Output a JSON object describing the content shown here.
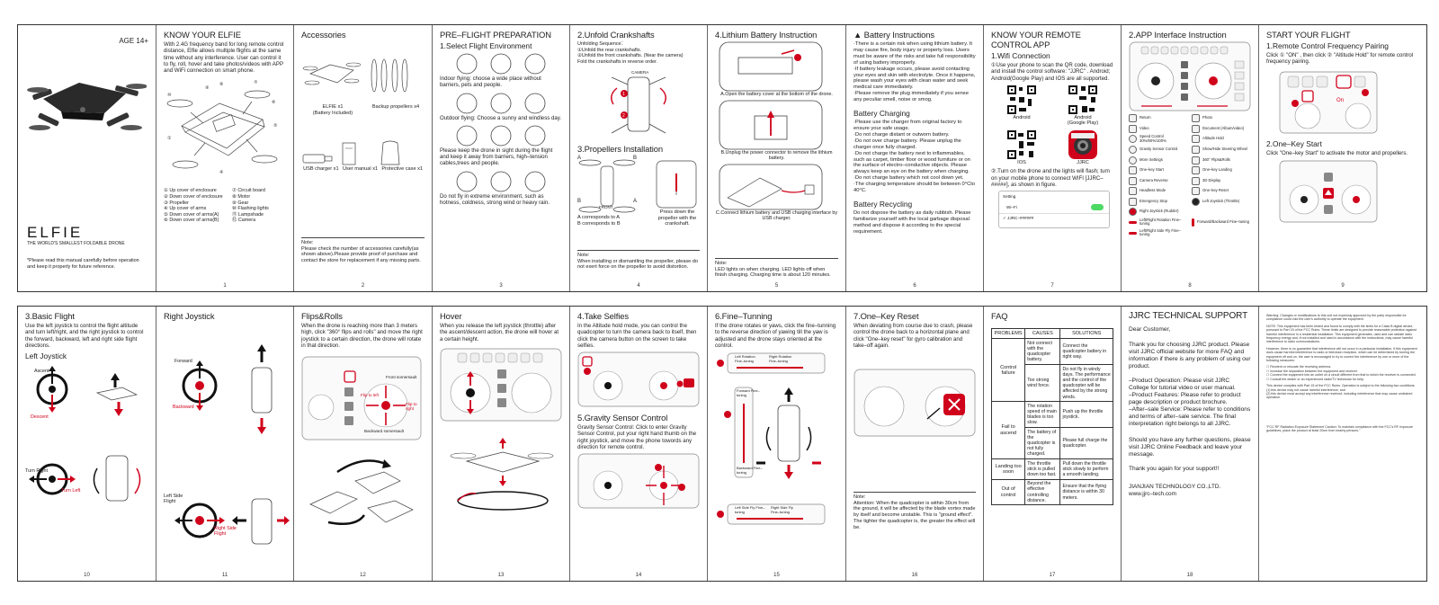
{
  "colors": {
    "accent": "#d0021b",
    "line": "#333333"
  },
  "row1": {
    "p1": {
      "age": "AGE 14+",
      "brand": "ELFIE",
      "tagline": "THE WORLD'S SMALLEST FOLDABLE DRONE",
      "footnote": "*Please read this manual carefully before operation and keep it properly for future reference."
    },
    "p2": {
      "title": "KNOW YOUR ELFIE",
      "intro": "With 2.4G frequency band for long remote control distance, Elfie allows multiple flights at the same time without any interference. User can control it to fly, roll, hover and take photos/videos with APP and WiFi connection on smart phone.",
      "parts": [
        "① Up cover of enclosure",
        "⑦ Circuit board",
        "② Down cover of enclosure",
        "⑧ Motor",
        "③ Propeller",
        "⑨ Gear",
        "④ Up cover of arms",
        "⑩ Flashing lights",
        "⑤ Down cover of arms(A)",
        "⑪ Lampshade",
        "⑥ Down cover of arms(B)",
        "⑫ Camera"
      ],
      "page": "1"
    },
    "p3": {
      "title": "Accessories",
      "elfie": "ELFIE x1",
      "elfie_sub": "(Battery Included)",
      "props": "Backup propellers x4",
      "usb": "USB charger x1",
      "manual": "User manual x1",
      "case": "Protective case x1",
      "note_label": "Note:",
      "note": "Please check the number of accessories carefully(as shown above).Please provide proof of purchase and contact the store for replacement if any missing parts.",
      "page": "2"
    },
    "p4": {
      "title": "PRE–FLIGHT PREPARATION",
      "sub": "1.Select Flight Environment",
      "indoor": "Indoor flying: choose a wide place without barriers, pets and people.",
      "outdoor": "Outdoor flying: Choose a sunny and windless day.",
      "keep": "Please keep the drone in sight during the flight and keep it away from barriers, high–tension cables,trees and people.",
      "extreme": "Do not fly in extreme environment, such as hotness, coldness, strong wind or heavy rain.",
      "page": "3"
    },
    "p5": {
      "title": "2.Unfold Crankshafts",
      "seq": "Unfolding Sequence：",
      "s1": "①Unfold the rear crankshafts.",
      "s2": "②Unfold the front crankshafts. (Near the camera)",
      "s3": "Fold the crankshafts in reverse order.",
      "camera": "CAMERA",
      "props_title": "3.Propellers Installation",
      "a": "A",
      "b": "B",
      "front": "FRONT",
      "corr_a": "A corresponds to A",
      "corr_b": "B corresponds to B",
      "press": "Press down the propeller with the crankshaft.",
      "note_label": "Note:",
      "note": "When installing or dismantling the propeller, please do not exert force on the propeller to avoid distortion.",
      "page": "4"
    },
    "p6": {
      "title": "4.Lithium Battery Instruction",
      "a": "A.Open the battery cover at the bottom of the drone.",
      "b": "B.Unplug the power connector to remove the lithium battery.",
      "c": "C.Connect lithium battery and USB charging interface by USB charger.",
      "note_label": "Note:",
      "note": "LED lights on when charging. LED lights off when finish charging. Charging time is about 120 minutes.",
      "page": "5"
    },
    "p7": {
      "title": "▲ Battery Instructions",
      "items": [
        "·There is a certain risk when using lithium battery. It may cause fire, body injury or property loss. Users must be aware of the risks and take full responsibility of using battery improperly.",
        "·If battery leakage occurs, please avoid contacting your eyes and skin with electrolyte. Once it happens, please wash your eyes with clean water and seek medical care immediately.",
        "·Please remove the plug immediately if you sense any peculiar smell, noise or smog."
      ],
      "charging_title": "Battery Charging",
      "charging": [
        "·Please use the charger from original factory to ensure your safe usage.",
        "·Do not charge distant or outworn battery.",
        "·Do not over charge battery. Please unplug the charger once fully charged.",
        "·Do not charge the battery next to inflammables, such as carpet, timber floor or wood furniture or on the surface of electro–conductive objects. Please always keep an eye on the battery when charging.",
        "·Do not charge battery which not cool down yet.",
        "·The charging temperature should be between 0°Cto 40°C."
      ],
      "recycle_title": "Battery Recycling",
      "recycle": "Do not dispose the battery as daily rubbish. Please familiarize yourself with the local garbage disposal method and dispose it according to the special requirement.",
      "page": "6"
    },
    "p8": {
      "title": "KNOW YOUR REMOTE CONTROL APP",
      "sub": "1.Wifi Connection",
      "s1": "①Use your phone to scan the QR code, download and install the control software: \"JJRC\" . Android; Android(Google Play) and IOS are all supported.",
      "q1": "Android",
      "q2": "Android",
      "q2b": "(Google Play)",
      "q3": "IOS",
      "q4": "JJRC",
      "s2": "②.Turn on the drone and the lights will flash; turn on your mobile phone to connect WIFI [JJRC–#####], as shown in figure.",
      "setting": "Setting",
      "wifi": "Wi–Fi",
      "ssid": "JJRC–######",
      "page": "7"
    },
    "p9": {
      "title": "2.APP Interface Instruction",
      "icons": [
        "Return",
        "Photo",
        "Video",
        "Document (Album/video)",
        "Speed Control 30%/60%/100%",
        "Altitude Hold",
        "Gravity Sensor Control",
        "Show/Hide Steering Wheel",
        "More Settings",
        "360° Flips&Rolls",
        "One–key Start",
        "One–key Landing",
        "Camera Reverse",
        "3D Display",
        "Headless Mode",
        "One–key Reset",
        "Emergency Stop",
        "Left Joystick (Throttle)",
        "Right Joystick (Rudder)",
        "",
        "Left/Right Rotation Fine–tuning",
        "Forward/Backward Fine–tuning",
        "Left/Right Side Fly Fine–tuning",
        ""
      ],
      "page": "8"
    },
    "p10": {
      "title": "START YOUR FLIGHT",
      "sub": "1.Remote Control Frequency Pairing",
      "text": "Click ① \"ON\" , then click ② \"Altitude Hold\" for remote control frequency pairing.",
      "sub2": "2.One–Key Start",
      "text2": "Click \"One–key Start\" to activate the motor and propellers.",
      "on": "On",
      "page": "9"
    }
  },
  "row2": {
    "p1": {
      "title": "3.Basic Flight",
      "text": "Use the left joystick to control the flight altitude and turn left/right, and the right joystick to control the forward, backward, left and right side flight directions.",
      "sub": "Left Joystick",
      "ascent": "Ascent",
      "descent": "Descent",
      "turn_right": "Turn Right",
      "turn_left": "Turn Left",
      "page": "10"
    },
    "p2": {
      "title": "Right Joystick",
      "forward": "Forward",
      "backward": "Backward",
      "left_side": "Left Side Flight",
      "right_side": "Right Side Flight",
      "page": "11"
    },
    "p3": {
      "title": "Flips&Rolls",
      "text": "When the drone is reaching more than 3 meters high, click \"360° flips and rolls\" and move the right joystick to a certain direction, the drone will rotate in that direction.",
      "front": "Front somersault",
      "flip_left": "Flip to left",
      "flip_right": "Flip to right",
      "back": "Backward somersault",
      "page": "12"
    },
    "p4": {
      "title": "Hover",
      "text": "When you release the left joystick (throttle) after the ascent/descent action, the drone will hover at a certain height.",
      "page": "13"
    },
    "p5": {
      "title": "4.Take Selfies",
      "text": "In the Altitude hold mode, you can control the quadcopter to turn the camera back to itself, then click the camera button on the screen to take selfies.",
      "sub": "5.Gravity Sensor Control",
      "text2": "Gravity Sensor Control: Click to enter Gravity Sensor Control, put your right hand thumb on the right joystick, and move the phone towords any direction for remote control.",
      "page": "14"
    },
    "p6": {
      "title": "6.Fine–Tunning",
      "text": "If the drone rotates or yaws, click the fine–tunning to the reverse direction of yawing till the yaw is adjusted and the drone stays oriented at the control.",
      "lr_rot1": "Left Rotation Fine–tuning",
      "lr_rot2": "Right Rotation Fine–tuning",
      "fwd": "Forward Fine–tuning",
      "bwd": "Backward Fine–tuning",
      "ls": "Left Side Fly Fine–tuning",
      "rs": "Right Side Fly Fine–tuning",
      "page": "15"
    },
    "p7": {
      "title": "7.One–Key Reset",
      "text": "When deviating from course due to crash, please control the drone back to a horizontal plane and click \"One–key reset\" for gyro calibration and take–off again.",
      "note_label": "Note:",
      "note": "Attention: When the quadcopter is within 30cm from the ground, it will be affected by the blade vortex made by itself and become unstable. This is \"ground effect\". The tighter the quadcopter is, the greater the effect will be.",
      "page": "16"
    },
    "p8": {
      "title": "FAQ",
      "headers": [
        "PROBLEMS",
        "CAUSES",
        "SOLUTIONS"
      ],
      "rows": [
        {
          "problem": "Control failure",
          "cause": "Not connect with the quadcopter battery.",
          "solution": "Connect the quadcopter battery in right way.",
          "span": 2
        },
        {
          "problem": "",
          "cause": "Too strong wind force.",
          "solution": "Do not fly in windy days. The performance and the control of the quadcopter will be affected by the strong winds.",
          "span": 0
        },
        {
          "problem": "Fail to ascend",
          "cause": "The rotation speed of main blades is too slow.",
          "solution": "Push up the throttle joystick.",
          "span": 2
        },
        {
          "problem": "",
          "cause": "The battery of the quadcopter is not fully charged.",
          "solution": "Please full charge the quadcopter.",
          "span": 0
        },
        {
          "problem": "Landing too soon",
          "cause": "The throttle stick is pulled down too fast.",
          "solution": "Pull down the throttle stick slowly to perform a smooth landing.",
          "span": 1
        },
        {
          "problem": "Out of control",
          "cause": "Beyond the effective controlling distance.",
          "solution": "Ensure that the flying distance is within 30 meters.",
          "span": 1
        }
      ],
      "page": "17"
    },
    "p9": {
      "title": "JJRC TECHNICAL SUPPORT",
      "dear": "Dear Customer,",
      "thanks": "Thank you for choosing JJRC product. Please visit JJRC official website for more FAQ and information if there is any problem of using our product.",
      "op": "–Product Operation: Please visit JJRC College for tutorial video or user manual.",
      "feat": "–Product Features: Please refer to product page description or product brochure.",
      "after": "–After–sale Service: Please refer to conditions and terms of after–sale service. The final interpretation right belongs to all JJRC.",
      "further": "Should you have any further questions, please visit JJRC Online Feedback and leave your message.",
      "again": "Thank you again for your support!!",
      "company": "JIANJIAN TECHNOLOGY CO.,LTD.",
      "web": "www.jjrc–tech.com",
      "page": "18"
    },
    "p10": {
      "p1": "Warning: Changes or modifications to this unit not expressly approved by the party responsible for compliance could void the user's authority to operate the equipment.",
      "p2": "NOTE: This equipment has been tested and found to comply with the limits for a Class B digital device, pursuant to Part 15 of the FCC Rules. These limits are designed to provide reasonable protection against harmful interference in a residential installation. This equipment generates, uses and can radiate radio frequency energy and, if not installed and used in accordance with the instructions, may cause harmful interference to radio communications.",
      "p3": "However, there is no guarantee that interference will not occur in a particular installation. If this equipment does cause harmful interference to radio or television reception, which can be determined by turning the equipment off and on, the user is encouraged to try to correct the interference by one or more of the following measures:",
      "m1": "☐ Reorient or relocate the receiving antenna.",
      "m2": "☐ Increase the separation between the equipment and receiver.",
      "m3": "☐ Connect the equipment into an outlet on a circuit different from that to which the receiver is connected.",
      "m4": "☐ Consult the dealer or an experienced radio/TV technician for help.",
      "p4": "This device complies with Part 15 of the FCC Rules. Operation is subject to the following two conditions:",
      "c1": "(1) this device may not cause harmful interference, and",
      "c2": "(2) this device must accept any interference received, including interference that may cause undesired operation.",
      "p5": "\"FCC RF Radiation Exposure Statement Caution: To maintain compliance with the FCC's RF exposure guidelines, place the product at least 20cm from nearby persons.\""
    }
  }
}
